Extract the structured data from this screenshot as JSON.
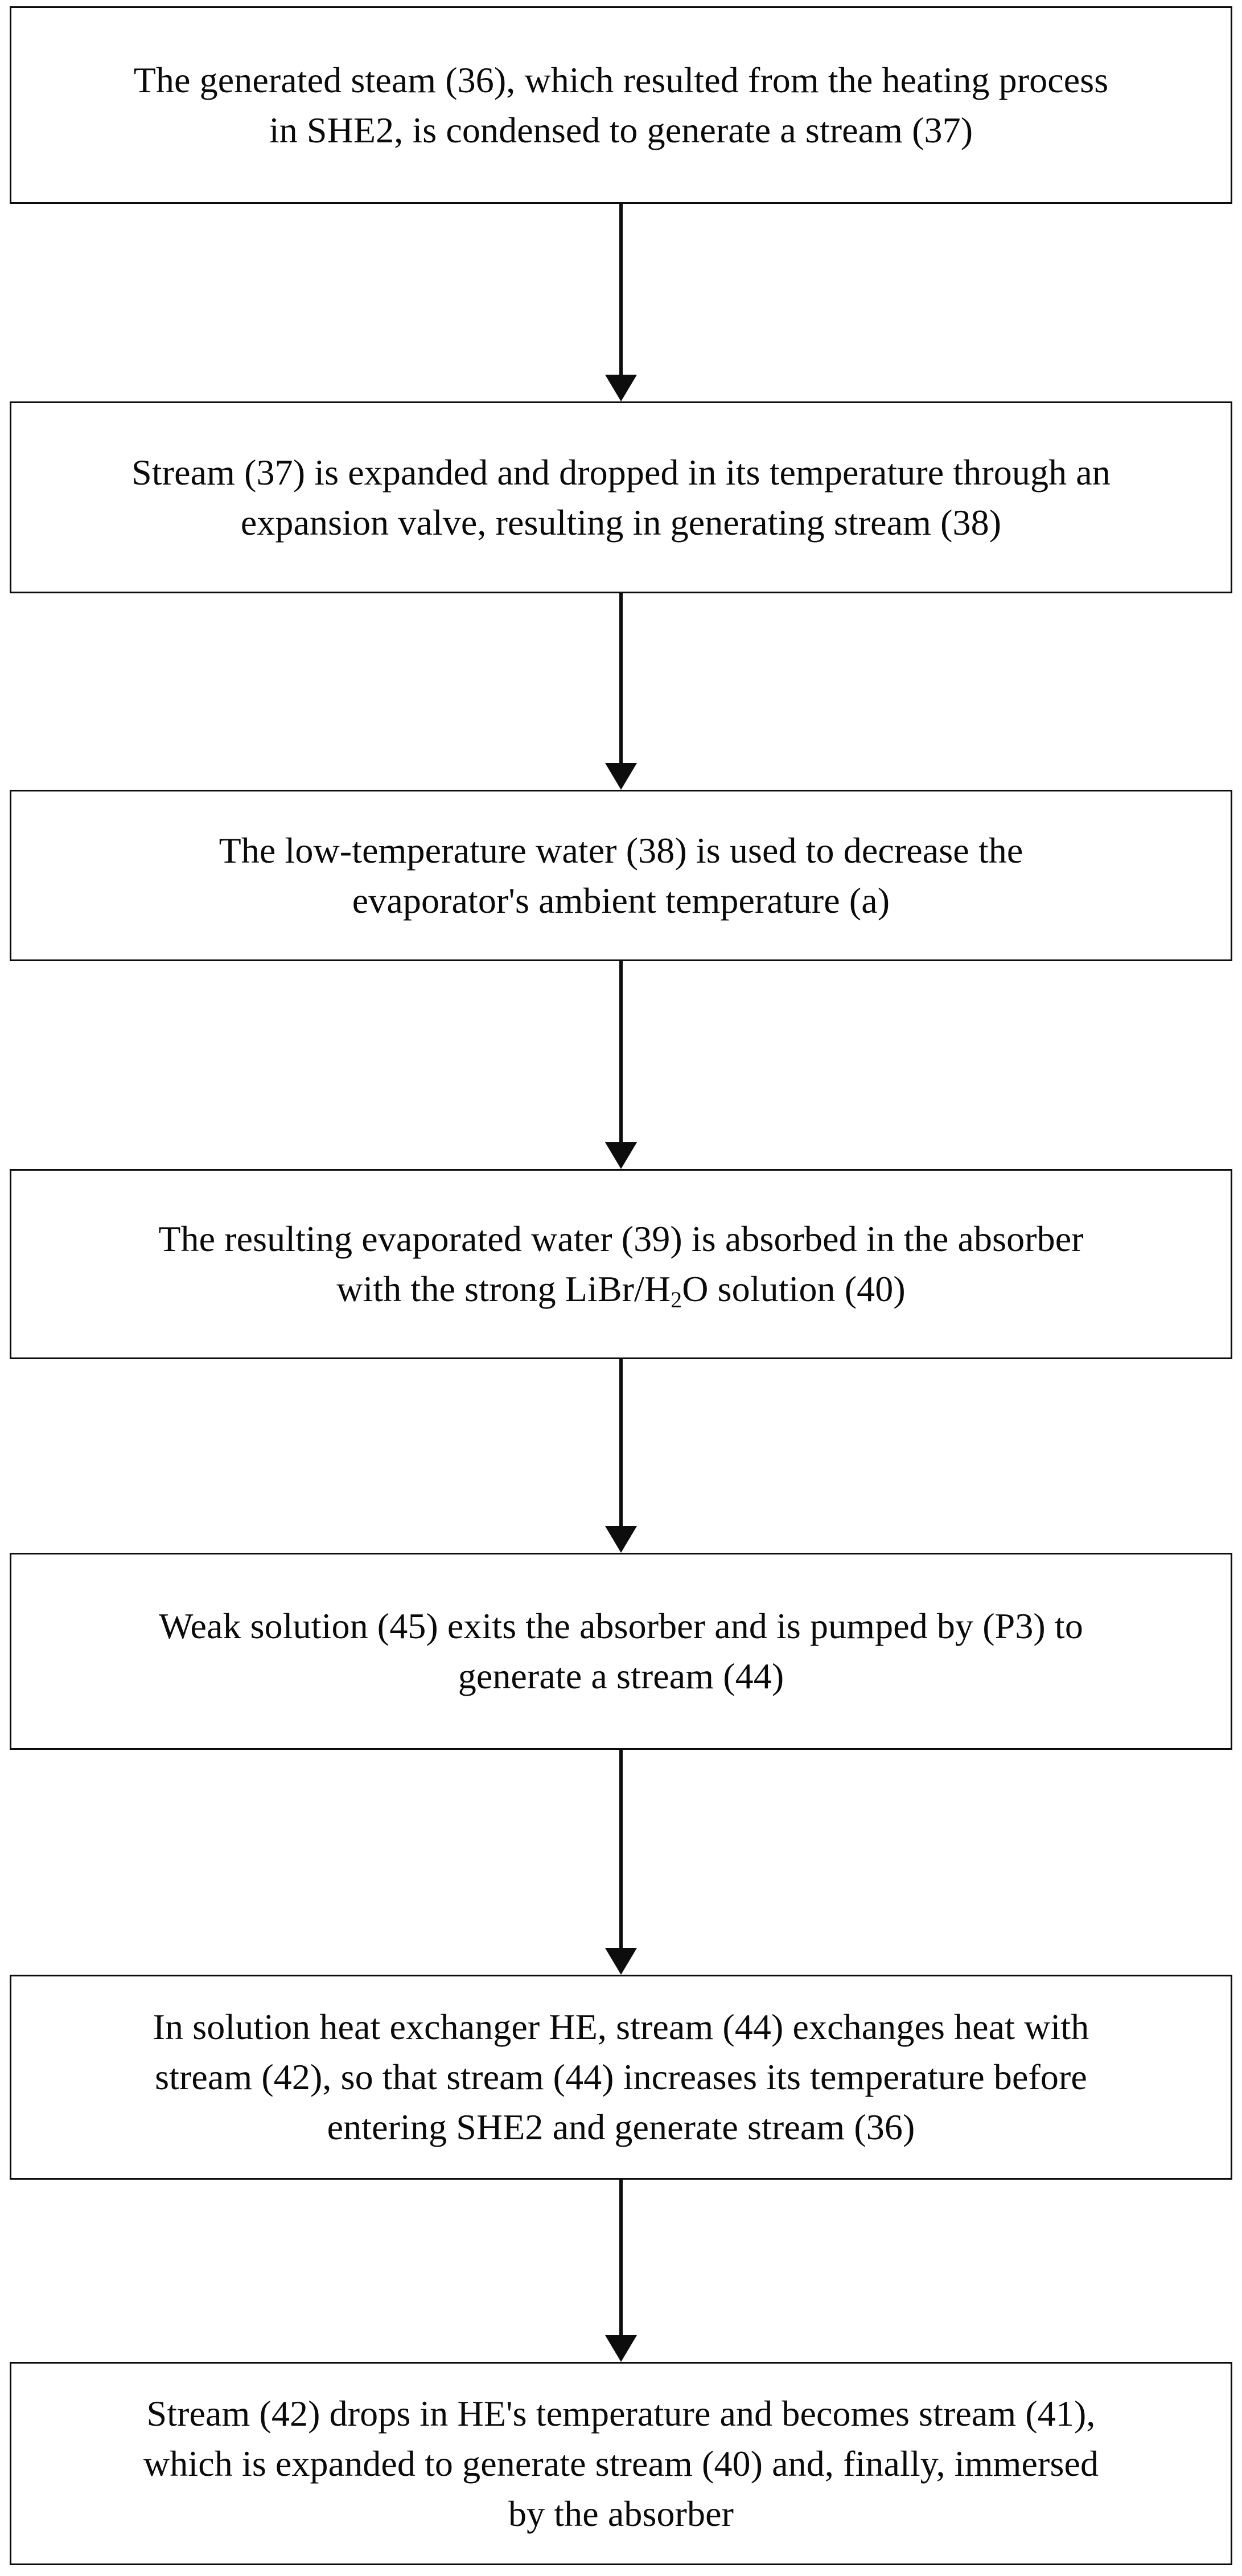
{
  "diagram": {
    "type": "flowchart",
    "orientation": "vertical-top-to-bottom",
    "accent_color": "#0d0d0d",
    "background_color": "#ffffff",
    "box_border_color": "#0d0d0d",
    "text_color": "#0a0a0a",
    "node_count": 7,
    "connector_count": 6,
    "nodes": [
      {
        "id": "node-1",
        "text": "The generated steam (36), which resulted from the heating process\nin SHE2, is condensed to generate a stream (37)",
        "lines": [
          "The generated steam (36), which resulted from the heating process",
          "in SHE2, is condensed to generate a stream (37)"
        ]
      },
      {
        "id": "node-2",
        "text": "Stream (37) is expanded and dropped in its temperature through an\nexpansion valve, resulting in generating stream (38)",
        "lines": [
          "Stream (37) is expanded and dropped in its temperature through an",
          "expansion valve, resulting in generating stream (38)"
        ]
      },
      {
        "id": "node-3",
        "text": "The low-temperature water (38) is used to decrease the\nevaporator's ambient temperature (a)",
        "lines": [
          "The low-temperature water (38) is used to decrease the",
          "evaporator's ambient temperature (a)"
        ]
      },
      {
        "id": "node-4",
        "text_before_formula": "The resulting evaporated water (39) is absorbed in the absorber\nwith the strong LiBr/H",
        "formula_subscript": "2",
        "text_after_formula": "O solution (40)",
        "text": "The resulting evaporated water (39) is absorbed in the absorber with the strong LiBr/H2O solution (40)",
        "lines": [
          "The resulting evaporated water (39) is absorbed in the absorber",
          "with the strong LiBr/H2O solution (40)"
        ]
      },
      {
        "id": "node-5",
        "text": "Weak solution (45) exits the absorber and is pumped by (P3) to\ngenerate a stream (44)",
        "lines": [
          "Weak solution (45) exits the absorber and is pumped by (P3) to",
          "generate a stream (44)"
        ]
      },
      {
        "id": "node-6",
        "text": "In solution heat exchanger HE, stream (44) exchanges heat with\nstream (42), so that stream (44) increases its temperature before\nentering SHE2 and generate stream (36)",
        "lines": [
          "In solution heat exchanger HE, stream (44) exchanges heat with",
          "stream (42), so that stream (44) increases its temperature before",
          "entering SHE2 and generate stream (36)"
        ]
      },
      {
        "id": "node-7",
        "text": "Stream (42) drops in HE's temperature and becomes stream (41),\nwhich is expanded to generate stream (40) and, finally, immersed\nby the absorber",
        "lines": [
          "Stream (42) drops in HE's temperature and becomes stream (41),",
          "which is expanded to generate stream (40) and, finally, immersed",
          "by the absorber"
        ]
      }
    ],
    "connectors": [
      {
        "id": "connector-1",
        "from": "node-1",
        "to": "node-2",
        "arrowhead": "down"
      },
      {
        "id": "connector-2",
        "from": "node-2",
        "to": "node-3",
        "arrowhead": "down"
      },
      {
        "id": "connector-3",
        "from": "node-3",
        "to": "node-4",
        "arrowhead": "down"
      },
      {
        "id": "connector-4",
        "from": "node-4",
        "to": "node-5",
        "arrowhead": "down"
      },
      {
        "id": "connector-5",
        "from": "node-5",
        "to": "node-6",
        "arrowhead": "down"
      },
      {
        "id": "connector-6",
        "from": "node-6",
        "to": "node-7",
        "arrowhead": "down"
      }
    ]
  }
}
